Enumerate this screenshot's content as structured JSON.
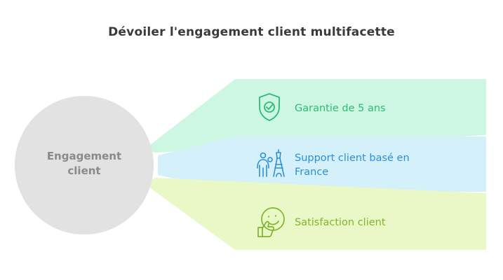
{
  "title": "Dévoiler l'engagement client multifacette",
  "hub": {
    "label_lines": [
      "Engagement",
      "client"
    ]
  },
  "branches": [
    {
      "label_lines": [
        "Garantie de 5 ans"
      ],
      "icon": "shield-check-icon",
      "fill": "#cdf7e3",
      "accent": "#2bbd73"
    },
    {
      "label_lines": [
        "Support client basé en",
        "France"
      ],
      "icon": "person-eiffel-tower-icon",
      "fill": "#d3f0fb",
      "accent": "#2d8fd6"
    },
    {
      "label_lines": [
        "Satisfaction client"
      ],
      "icon": "smiley-thumbs-up-icon",
      "fill": "#eaf8c8",
      "accent": "#7fb52a"
    }
  ]
}
